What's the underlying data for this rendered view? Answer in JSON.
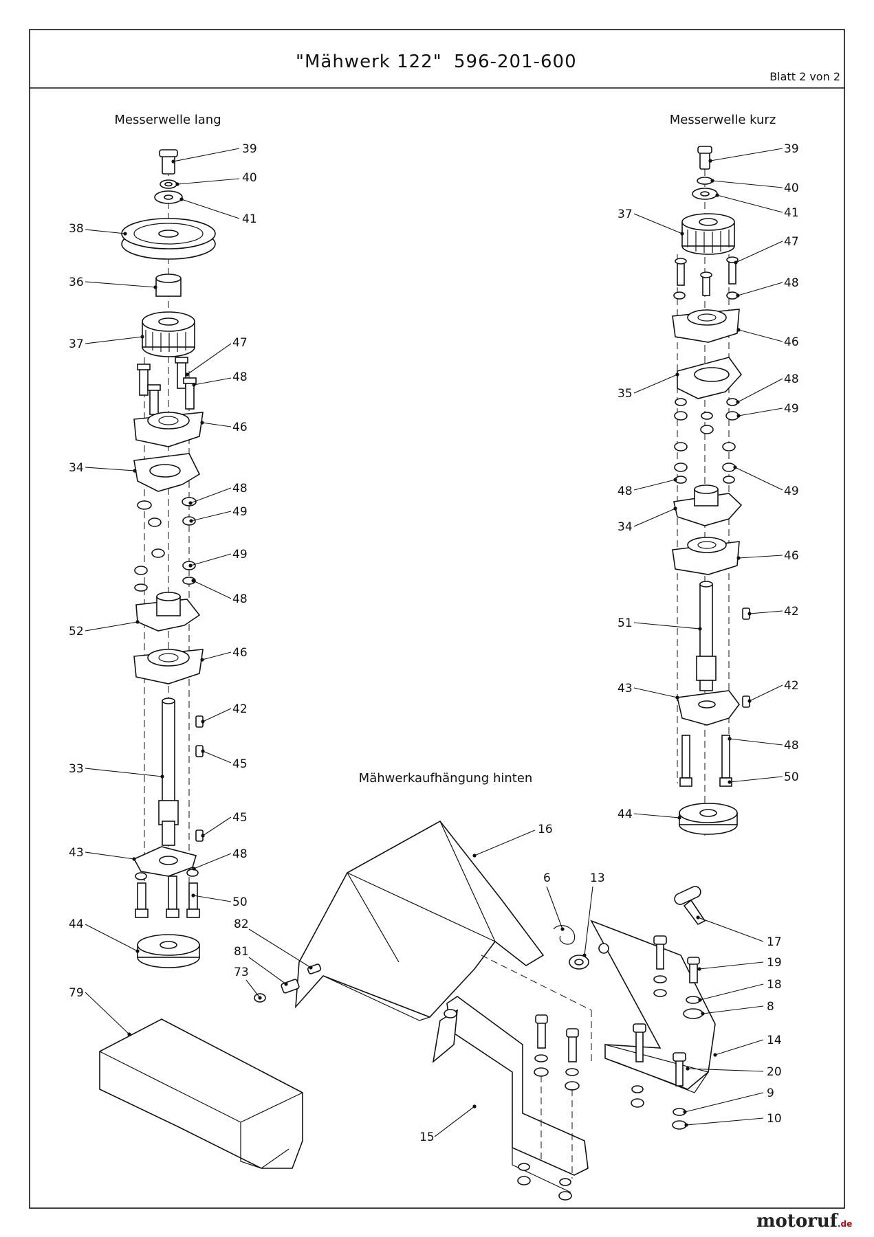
{
  "header": {
    "title": "\"Mähwerk 122\"",
    "part_number": "596-201-600",
    "sheet": "Blatt 2 von 2"
  },
  "sections": {
    "left": "Messerwelle lang",
    "right": "Messerwelle kurz",
    "bottom": "Mähwerkaufhängung hinten"
  },
  "logo": {
    "text": "motoruf",
    "tld": ".de"
  },
  "colors": {
    "ink": "#111111",
    "logo_red": "#c40000"
  },
  "callouts": [
    {
      "id": "L39",
      "label": "39"
    },
    {
      "id": "L40",
      "label": "40"
    },
    {
      "id": "L41",
      "label": "41"
    },
    {
      "id": "L38",
      "label": "38"
    },
    {
      "id": "L36",
      "label": "36"
    },
    {
      "id": "L37",
      "label": "37"
    },
    {
      "id": "L47",
      "label": "47"
    },
    {
      "id": "L48a",
      "label": "48"
    },
    {
      "id": "L46a",
      "label": "46"
    },
    {
      "id": "L34",
      "label": "34"
    },
    {
      "id": "L48b",
      "label": "48"
    },
    {
      "id": "L49a",
      "label": "49"
    },
    {
      "id": "L49b",
      "label": "49"
    },
    {
      "id": "L48c",
      "label": "48"
    },
    {
      "id": "L52",
      "label": "52"
    },
    {
      "id": "L46b",
      "label": "46"
    },
    {
      "id": "L42",
      "label": "42"
    },
    {
      "id": "L45a",
      "label": "45"
    },
    {
      "id": "L33",
      "label": "33"
    },
    {
      "id": "L45b",
      "label": "45"
    },
    {
      "id": "L43",
      "label": "43"
    },
    {
      "id": "L48d",
      "label": "48"
    },
    {
      "id": "L50",
      "label": "50"
    },
    {
      "id": "L44",
      "label": "44"
    },
    {
      "id": "L79",
      "label": "79"
    },
    {
      "id": "R39",
      "label": "39"
    },
    {
      "id": "R40",
      "label": "40"
    },
    {
      "id": "R41",
      "label": "41"
    },
    {
      "id": "R37",
      "label": "37"
    },
    {
      "id": "R47",
      "label": "47"
    },
    {
      "id": "R48a",
      "label": "48"
    },
    {
      "id": "R46a",
      "label": "46"
    },
    {
      "id": "R35",
      "label": "35"
    },
    {
      "id": "R48b",
      "label": "48"
    },
    {
      "id": "R49a",
      "label": "49"
    },
    {
      "id": "R48c",
      "label": "48"
    },
    {
      "id": "R49b",
      "label": "49"
    },
    {
      "id": "R34",
      "label": "34"
    },
    {
      "id": "R46b",
      "label": "46"
    },
    {
      "id": "R42a",
      "label": "42"
    },
    {
      "id": "R51",
      "label": "51"
    },
    {
      "id": "R43",
      "label": "43"
    },
    {
      "id": "R42b",
      "label": "42"
    },
    {
      "id": "R48d",
      "label": "48"
    },
    {
      "id": "R50",
      "label": "50"
    },
    {
      "id": "R44",
      "label": "44"
    },
    {
      "id": "B16",
      "label": "16"
    },
    {
      "id": "B6",
      "label": "6"
    },
    {
      "id": "B13",
      "label": "13"
    },
    {
      "id": "B17",
      "label": "17"
    },
    {
      "id": "B19",
      "label": "19"
    },
    {
      "id": "B18",
      "label": "18"
    },
    {
      "id": "B8",
      "label": "8"
    },
    {
      "id": "B14",
      "label": "14"
    },
    {
      "id": "B20",
      "label": "20"
    },
    {
      "id": "B9",
      "label": "9"
    },
    {
      "id": "B10",
      "label": "10"
    },
    {
      "id": "B82",
      "label": "82"
    },
    {
      "id": "B81",
      "label": "81"
    },
    {
      "id": "B73",
      "label": "73"
    },
    {
      "id": "B15",
      "label": "15"
    }
  ]
}
